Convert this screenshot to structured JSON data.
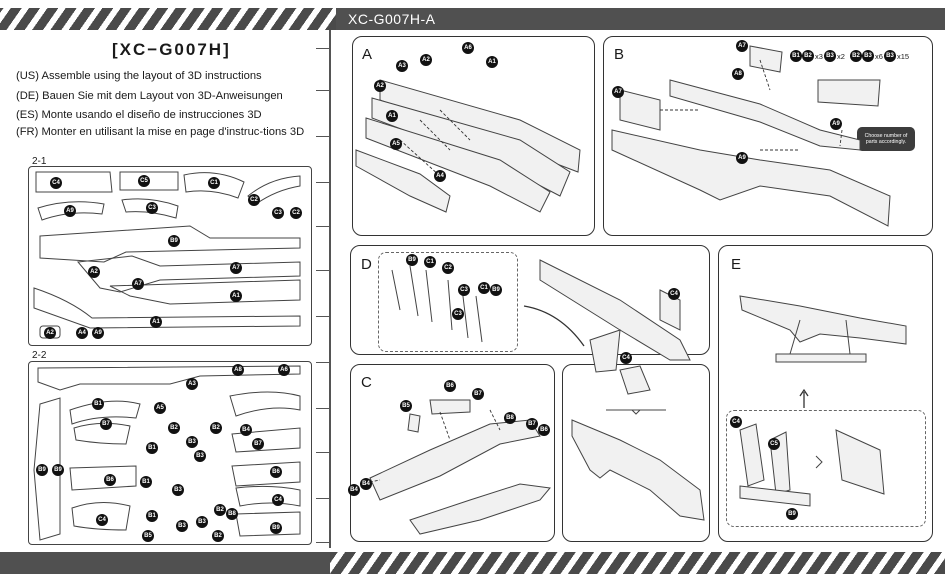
{
  "header": {
    "model_code": "XC-G007H-A"
  },
  "intro": {
    "title": "[XC−G007H]",
    "languages": [
      {
        "code": "(US)",
        "text": "Assemble using the layout of 3D instructions"
      },
      {
        "code": "(DE)",
        "text": "Bauen Sie mit dem Layout von 3D-Anweisungen"
      },
      {
        "code": "(ES)",
        "text": "Monte usando el diseño de instrucciones 3D"
      },
      {
        "code": "(FR)",
        "text": "Monter en utilisant la mise en page d'instruc-tions 3D"
      }
    ]
  },
  "sheets": [
    {
      "label": "2-1",
      "parts": [
        "C4",
        "C5",
        "C1",
        "C2",
        "C3",
        "C2",
        "C3",
        "B9",
        "A2",
        "A7",
        "A7",
        "A1",
        "A1",
        "A2",
        "A4",
        "A9",
        "A9"
      ]
    },
    {
      "label": "2-2",
      "parts": [
        "A8",
        "A6",
        "A3",
        "B1",
        "A5",
        "B7",
        "B2",
        "B3",
        "B4",
        "B7",
        "B2",
        "B1",
        "B3",
        "B9",
        "B9",
        "B6",
        "B1",
        "B6",
        "C4",
        "B8",
        "B3",
        "B5",
        "B2",
        "B9",
        "B1",
        "B3",
        "C4",
        "B3",
        "B2"
      ]
    }
  ],
  "steps": [
    {
      "letter": "A",
      "tags": [
        "A6",
        "A2",
        "A1",
        "A3",
        "A2",
        "A1",
        "A5",
        "A4"
      ]
    },
    {
      "letter": "B",
      "tags": [
        "A7",
        "A8",
        "A7",
        "A9",
        "A9"
      ],
      "quantities": [
        {
          "tag": "B1",
          "qty": ""
        },
        {
          "tag": "B2",
          "qty": "x3"
        },
        {
          "tag": "B3",
          "qty": "x2"
        },
        {
          "tag": "B2",
          "qty": ""
        },
        {
          "tag": "B3",
          "qty": "x6"
        },
        {
          "tag": "B3",
          "qty": "x15"
        }
      ],
      "note": "Choose number of parts accordingly."
    },
    {
      "letter": "C",
      "tags": [
        "B6",
        "B7",
        "B5",
        "B8",
        "B7",
        "B6",
        "B4",
        "B4"
      ]
    },
    {
      "letter": "D",
      "tags": [
        "B9",
        "C1",
        "C2",
        "C3",
        "C1",
        "B9",
        "C3",
        "C4",
        "C4"
      ]
    },
    {
      "letter": "E",
      "tags": [
        "C4",
        "C5",
        "B9"
      ]
    }
  ]
}
